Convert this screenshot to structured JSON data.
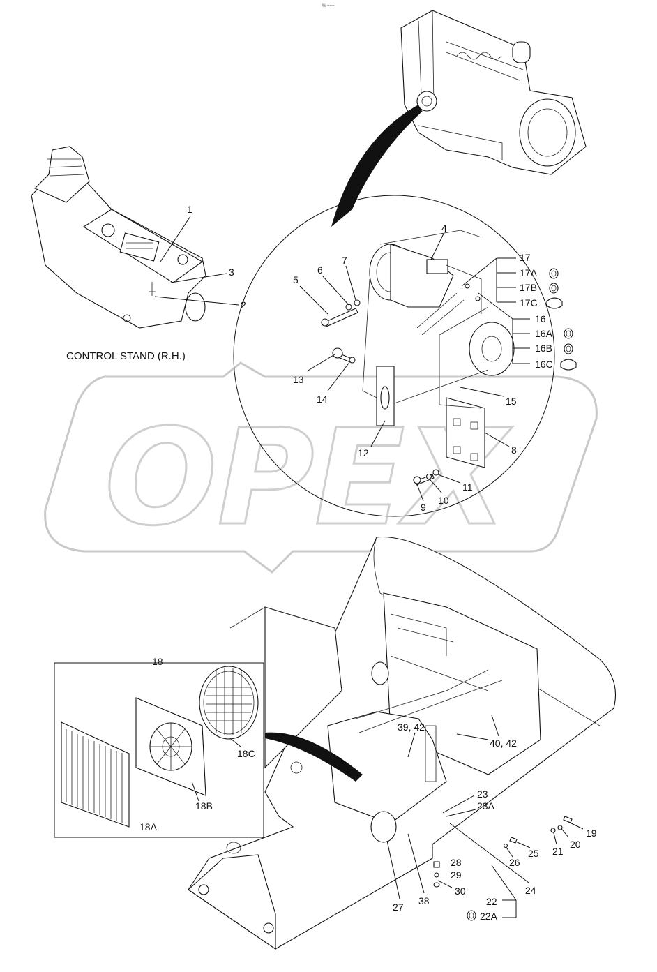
{
  "header_mark": "% ===",
  "watermark": "OPEX",
  "control_stand": {
    "title": "CONTROL STAND (R.H.)",
    "callouts": [
      "1",
      "2",
      "3"
    ]
  },
  "compressor_detail": {
    "callouts": [
      "4",
      "5",
      "6",
      "7",
      "8",
      "9",
      "10",
      "11",
      "12",
      "13",
      "14",
      "15",
      "16",
      "16A",
      "16B",
      "16C",
      "17",
      "17A",
      "17B",
      "17C"
    ]
  },
  "condenser_detail": {
    "box_label": "18",
    "callouts": [
      "18A",
      "18B",
      "18C"
    ]
  },
  "machine": {
    "callouts": [
      "19",
      "20",
      "21",
      "22",
      "22A",
      "23",
      "23A",
      "24",
      "25",
      "26",
      "27",
      "28",
      "29",
      "30",
      "38",
      "39, 42",
      "40, 42"
    ]
  },
  "colors": {
    "ink": "#111111",
    "watermark": "#c9c9c9",
    "paper": "#ffffff"
  }
}
